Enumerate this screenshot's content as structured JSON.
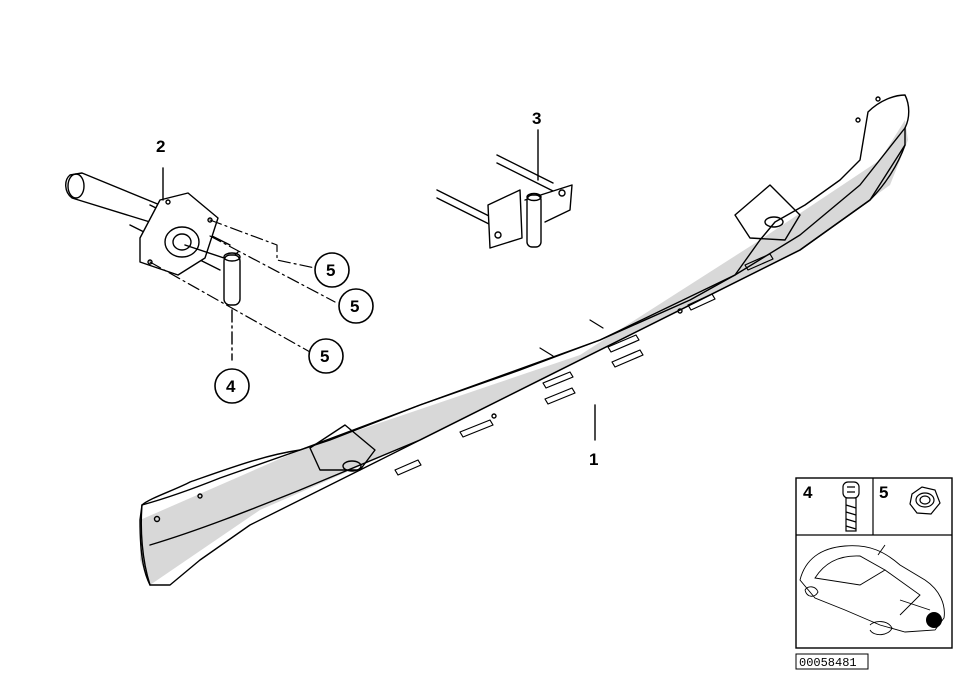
{
  "diagram": {
    "callouts": {
      "part1": "1",
      "part2": "2",
      "part3": "3",
      "circ4": "4",
      "circ5a": "5",
      "circ5b": "5",
      "circ5c": "5"
    },
    "legend": {
      "item4_num": "4",
      "item5_num": "5"
    },
    "reference_number": "00058481",
    "colors": {
      "ink": "#000000",
      "fill": "#ffffff",
      "shade": "#d8d8d8",
      "marker": "#000000"
    },
    "icons": [
      "bumper-carrier",
      "bracket-with-shaft",
      "mounting-bracket",
      "bolt-icon",
      "hex-nut-icon",
      "car-location-icon"
    ]
  }
}
